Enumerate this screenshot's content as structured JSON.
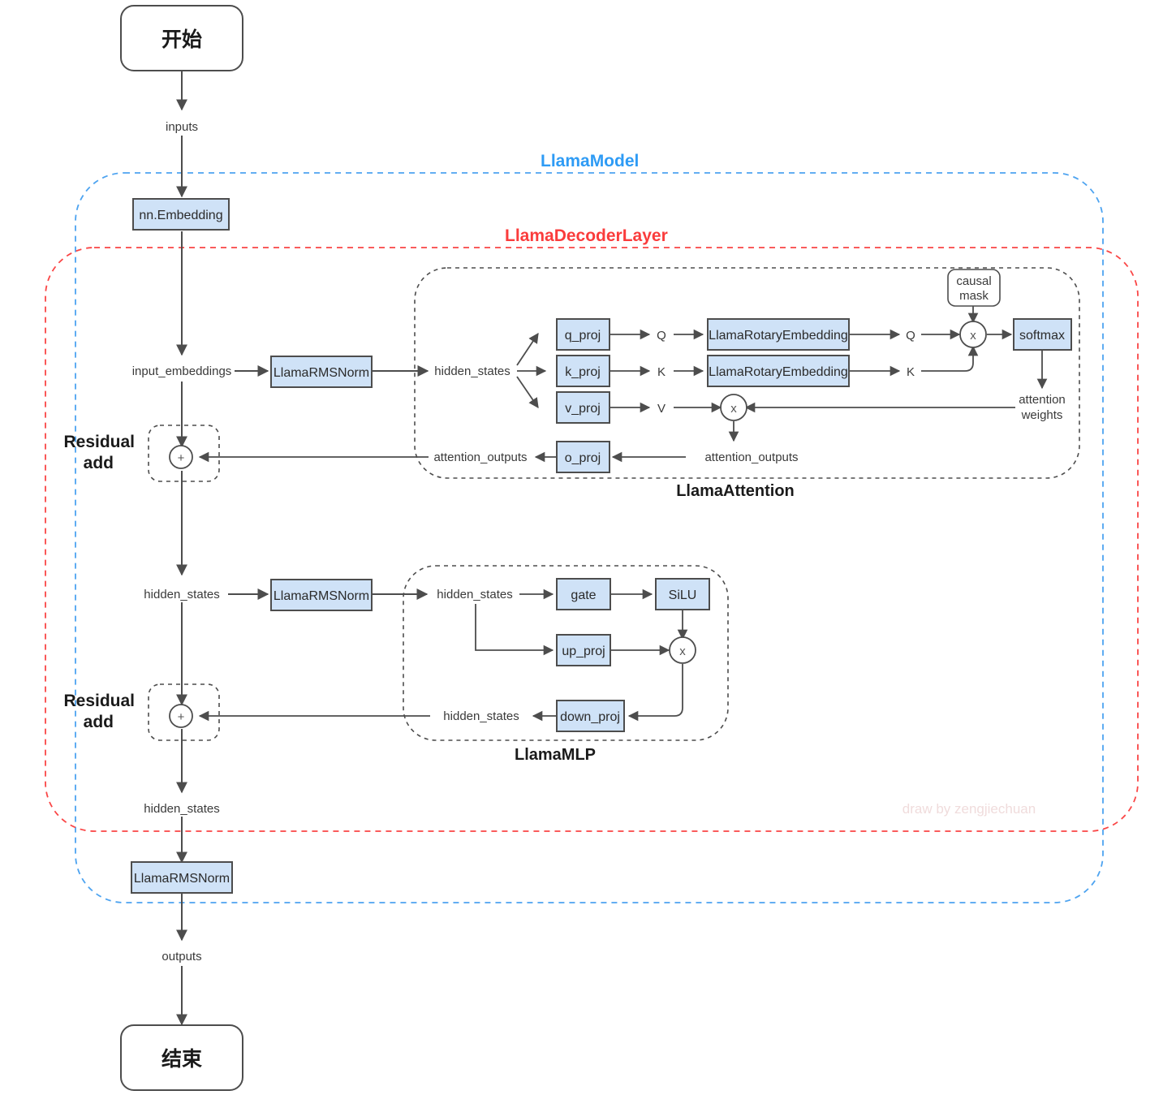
{
  "diagram": {
    "title": "LLaMA model architecture flowchart",
    "watermark": "draw by zengjiechuan",
    "colors": {
      "node_fill": "#cfe2f7",
      "node_stroke": "#4d4d4d",
      "model_group": "#4da3f0",
      "decoder_group": "#fa4646",
      "inner_group": "#4d4d4d"
    }
  },
  "terminals": {
    "start": "开始",
    "end": "结束"
  },
  "groups": {
    "model": "LlamaModel",
    "decoder_layer": "LlamaDecoderLayer",
    "attention": "LlamaAttention",
    "mlp": "LlamaMLP"
  },
  "residual": {
    "label_line1": "Residual",
    "label_line2": "add",
    "op": "+"
  },
  "nodes": {
    "embedding": "nn.Embedding",
    "rmsnorm_attn": "LlamaRMSNorm",
    "rmsnorm_mlp": "LlamaRMSNorm",
    "rmsnorm_final": "LlamaRMSNorm",
    "q_proj": "q_proj",
    "k_proj": "k_proj",
    "v_proj": "v_proj",
    "o_proj": "o_proj",
    "rotary_q": "LlamaRotaryEmbedding",
    "rotary_k": "LlamaRotaryEmbedding",
    "softmax": "softmax",
    "causal_mask_line1": "causal",
    "causal_mask_line2": "mask",
    "gate": "gate",
    "silu": "SiLU",
    "up_proj": "up_proj",
    "down_proj": "down_proj",
    "mul_qk": "x",
    "mul_av": "x",
    "mul_mlp": "x"
  },
  "edge_labels": {
    "inputs": "inputs",
    "input_embeddings": "input_embeddings",
    "hidden_states_attn_in": "hidden_states",
    "hidden_states_attn_split": "hidden_states",
    "q": "Q",
    "k": "K",
    "v": "V",
    "q_rope": "Q",
    "k_rope": "K",
    "attention_weights_line1": "attention",
    "attention_weights_line2": "weights",
    "attention_outputs_right": "attention_outputs",
    "attention_outputs_left": "attention_outputs",
    "hidden_states_mid": "hidden_states",
    "hidden_states_mlp_in": "hidden_states",
    "hidden_states_mlp_out": "hidden_states",
    "hidden_states_bottom": "hidden_states",
    "outputs": "outputs"
  }
}
